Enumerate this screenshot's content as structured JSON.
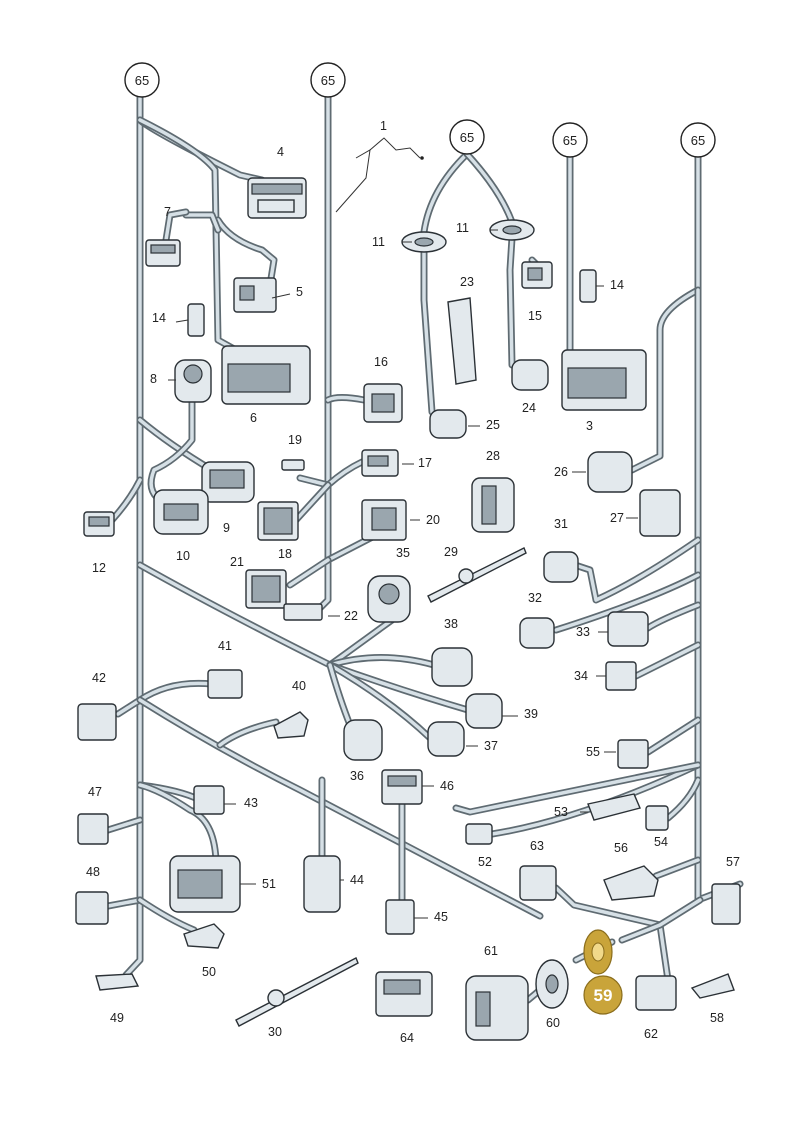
{
  "ref_circles": [
    "65",
    "65",
    "65",
    "65",
    "65"
  ],
  "highlight": "59",
  "labels": [
    "1",
    "3",
    "4",
    "5",
    "6",
    "7",
    "8",
    "9",
    "10",
    "11",
    "11",
    "12",
    "14",
    "14",
    "15",
    "16",
    "17",
    "18",
    "19",
    "20",
    "21",
    "22",
    "23",
    "24",
    "25",
    "26",
    "27",
    "28",
    "29",
    "30",
    "31",
    "32",
    "33",
    "34",
    "35",
    "36",
    "37",
    "38",
    "39",
    "40",
    "41",
    "42",
    "43",
    "44",
    "45",
    "46",
    "47",
    "48",
    "49",
    "50",
    "51",
    "52",
    "53",
    "54",
    "55",
    "56",
    "57",
    "58",
    "60",
    "61",
    "62",
    "63",
    "64"
  ],
  "colors": {
    "wire": "#5f6b72",
    "highlight": "#c9a43a"
  }
}
